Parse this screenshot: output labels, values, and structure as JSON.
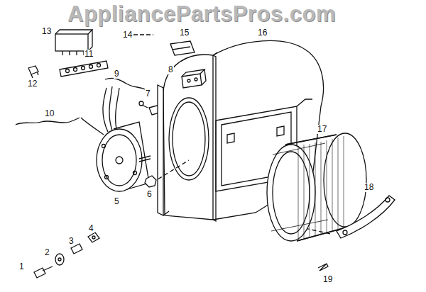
{
  "diagram": {
    "labels": [
      "AppliancePartsPros.com",
      "13",
      "14",
      "15",
      "16",
      "11",
      "12",
      "9",
      "8",
      "7",
      "10",
      "17",
      "5",
      "6",
      "18",
      "4",
      "3",
      "2",
      "1",
      "19"
    ]
  }
}
